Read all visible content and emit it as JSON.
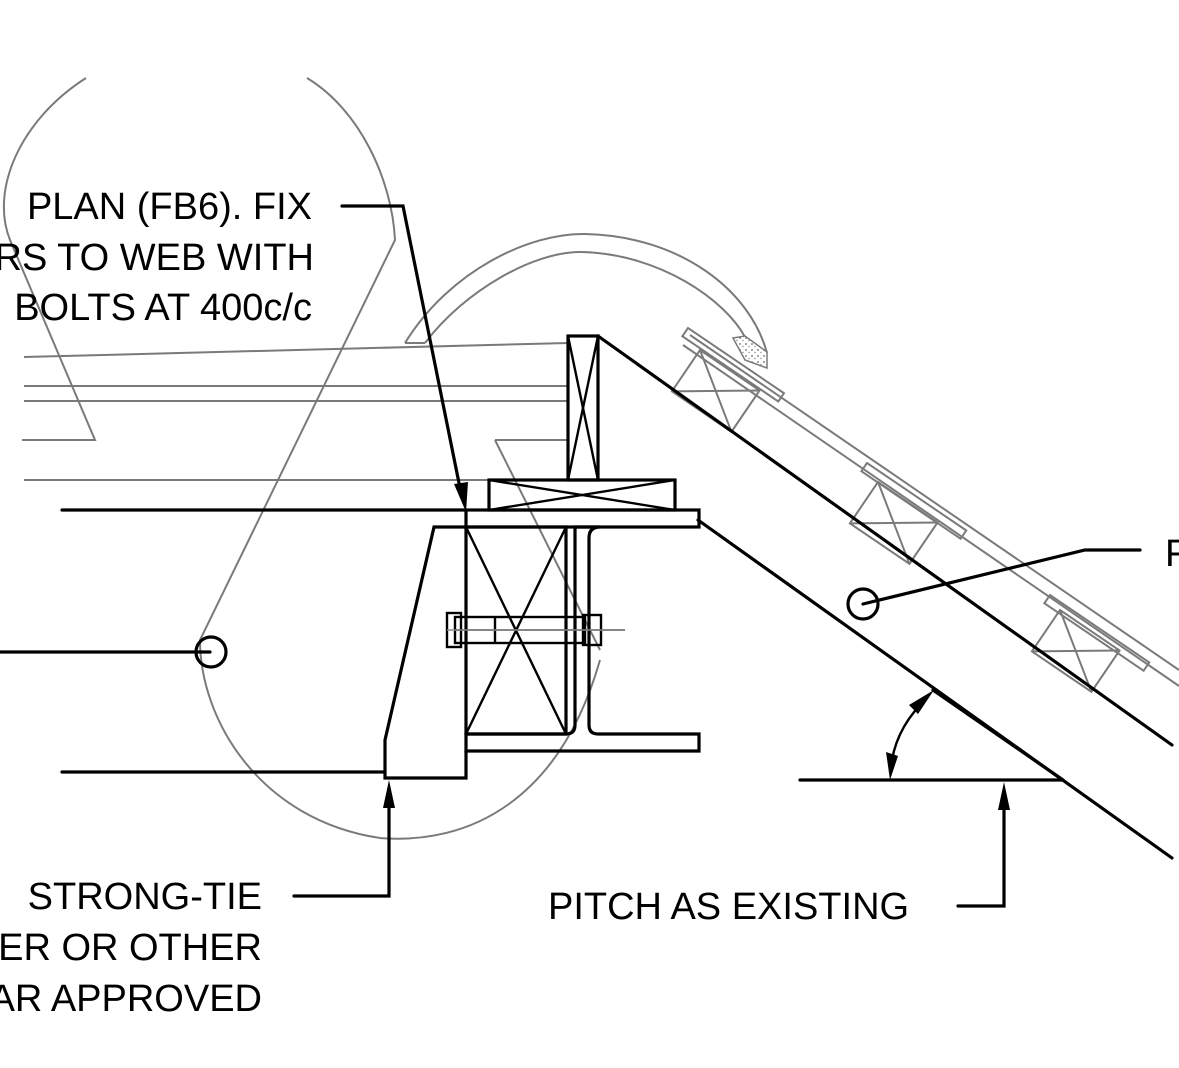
{
  "notes": {
    "top_left": {
      "lines": [
        "PLAN (FB6). FIX",
        "RS TO WEB WITH",
        "BOLTS AT 400c/c"
      ]
    },
    "bottom_left": {
      "lines": [
        "STRONG-TIE",
        "ER OR OTHER",
        "AR APPROVED"
      ]
    },
    "pitch": {
      "text": "PITCH AS EXISTING"
    },
    "right_cut": {
      "text": "F"
    }
  },
  "colors": {
    "linework": "#000000",
    "existing_linework": "#7a7a7a",
    "background": "#ffffff"
  },
  "icons": [
    "leader-arrow",
    "section-marker-circle",
    "angle-dimension-arrow"
  ]
}
